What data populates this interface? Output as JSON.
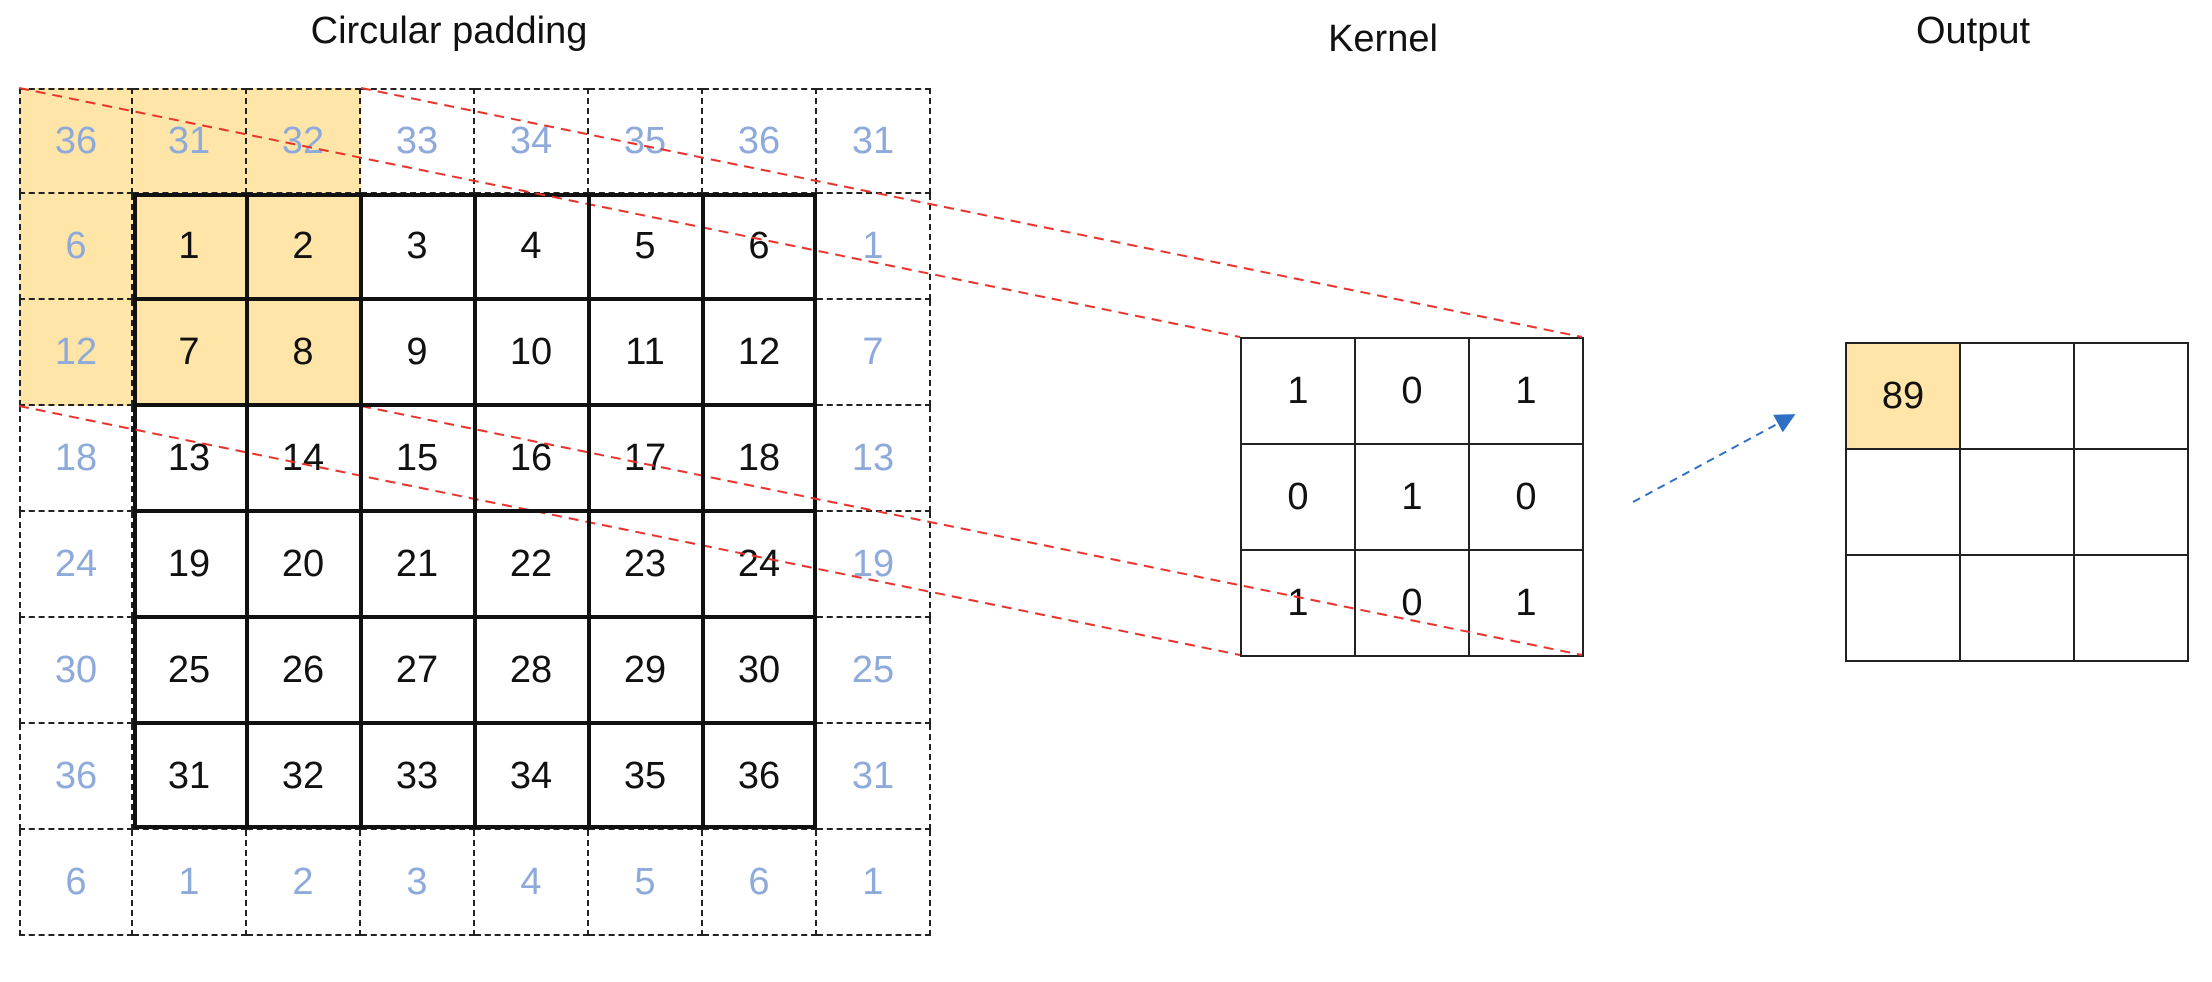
{
  "titles": {
    "padding": "Circular padding",
    "kernel": "Kernel",
    "output": "Output"
  },
  "padded": {
    "rows": [
      [
        "36",
        "31",
        "32",
        "33",
        "34",
        "35",
        "36",
        "31"
      ],
      [
        "6",
        "1",
        "2",
        "3",
        "4",
        "5",
        "6",
        "1"
      ],
      [
        "12",
        "7",
        "8",
        "9",
        "10",
        "11",
        "12",
        "7"
      ],
      [
        "18",
        "13",
        "14",
        "15",
        "16",
        "17",
        "18",
        "13"
      ],
      [
        "24",
        "19",
        "20",
        "21",
        "22",
        "23",
        "24",
        "19"
      ],
      [
        "30",
        "25",
        "26",
        "27",
        "28",
        "29",
        "30",
        "25"
      ],
      [
        "36",
        "31",
        "32",
        "33",
        "34",
        "35",
        "36",
        "31"
      ],
      [
        "6",
        "1",
        "2",
        "3",
        "4",
        "5",
        "6",
        "1"
      ]
    ],
    "highlight": [
      [
        0,
        0
      ],
      [
        0,
        1
      ],
      [
        0,
        2
      ],
      [
        1,
        0
      ],
      [
        1,
        1
      ],
      [
        1,
        2
      ],
      [
        2,
        0
      ],
      [
        2,
        1
      ],
      [
        2,
        2
      ]
    ]
  },
  "kernel": {
    "rows": [
      [
        "1",
        "0",
        "1"
      ],
      [
        "0",
        "1",
        "0"
      ],
      [
        "1",
        "0",
        "1"
      ]
    ]
  },
  "output": {
    "rows": [
      [
        "89",
        "",
        ""
      ],
      [
        "",
        "",
        ""
      ],
      [
        "",
        "",
        ""
      ]
    ],
    "highlight": [
      [
        0,
        0
      ]
    ]
  },
  "colors": {
    "highlight": "#ffe6a8",
    "padding_text": "#8eaadb",
    "projection_line": "#e8322b",
    "arrow": "#2f6fc4"
  }
}
